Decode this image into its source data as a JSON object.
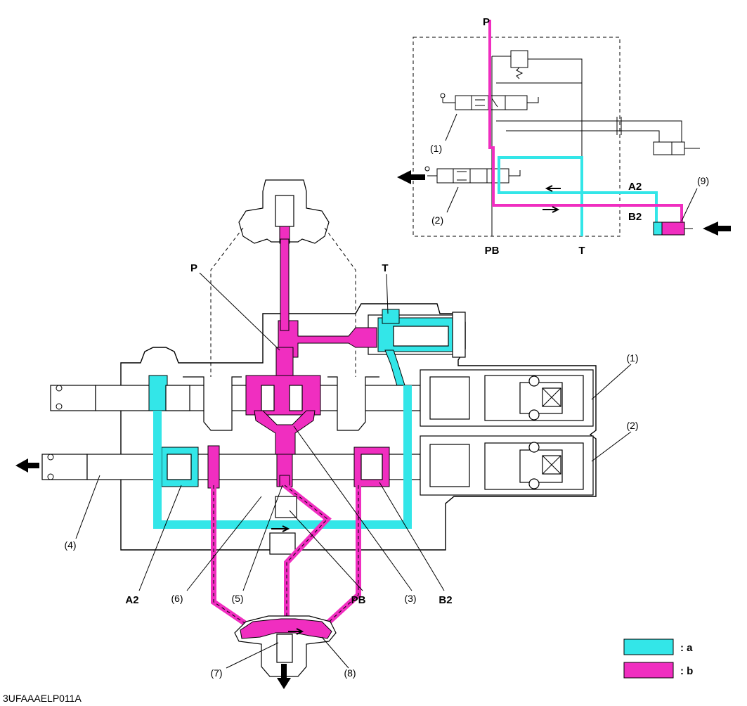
{
  "schematic": {
    "port_p": "P",
    "port_a2": "A2",
    "port_b2": "B2",
    "port_pb": "PB",
    "port_t": "T",
    "callout_1": "(1)",
    "callout_2": "(2)",
    "callout_9": "(9)"
  },
  "section": {
    "port_p": "P",
    "port_t": "T",
    "port_a2": "A2",
    "port_b2": "B2",
    "port_pb": "PB",
    "callout_1": "(1)",
    "callout_2": "(2)",
    "callout_3": "(3)",
    "callout_4": "(4)",
    "callout_5": "(5)",
    "callout_6": "(6)",
    "callout_7": "(7)",
    "callout_8": "(8)"
  },
  "legend": {
    "items": [
      {
        "label": ": a",
        "color": "#33e6e8"
      },
      {
        "label": ": b",
        "color": "#f02ec0"
      }
    ]
  },
  "figure_code": "3UFAAAELP011A",
  "colors": {
    "line_a": "#33e6e8",
    "line_b": "#f02ec0"
  }
}
